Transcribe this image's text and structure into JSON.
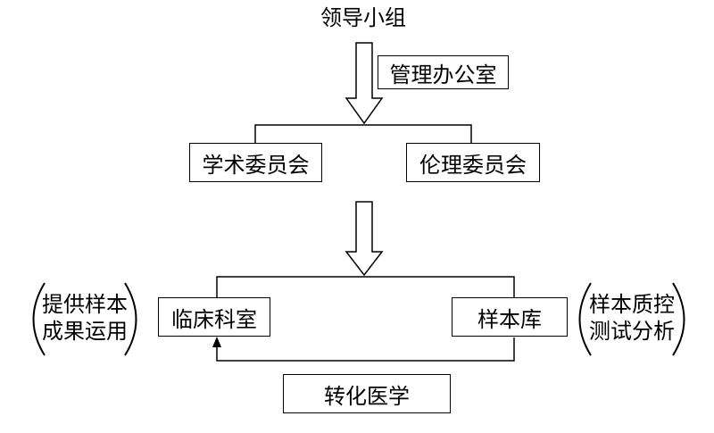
{
  "top_title": "领导小组",
  "office": "管理办公室",
  "committees": {
    "academic": "学术委员会",
    "ethics": "伦理委员会"
  },
  "departments": {
    "clinical": "临床科室",
    "biobank": "样本库"
  },
  "left_note": {
    "line1": "提供样本",
    "line2": "成果运用"
  },
  "right_note": {
    "line1": "样本质控",
    "line2": "测试分析"
  },
  "bottom": "转化医学"
}
